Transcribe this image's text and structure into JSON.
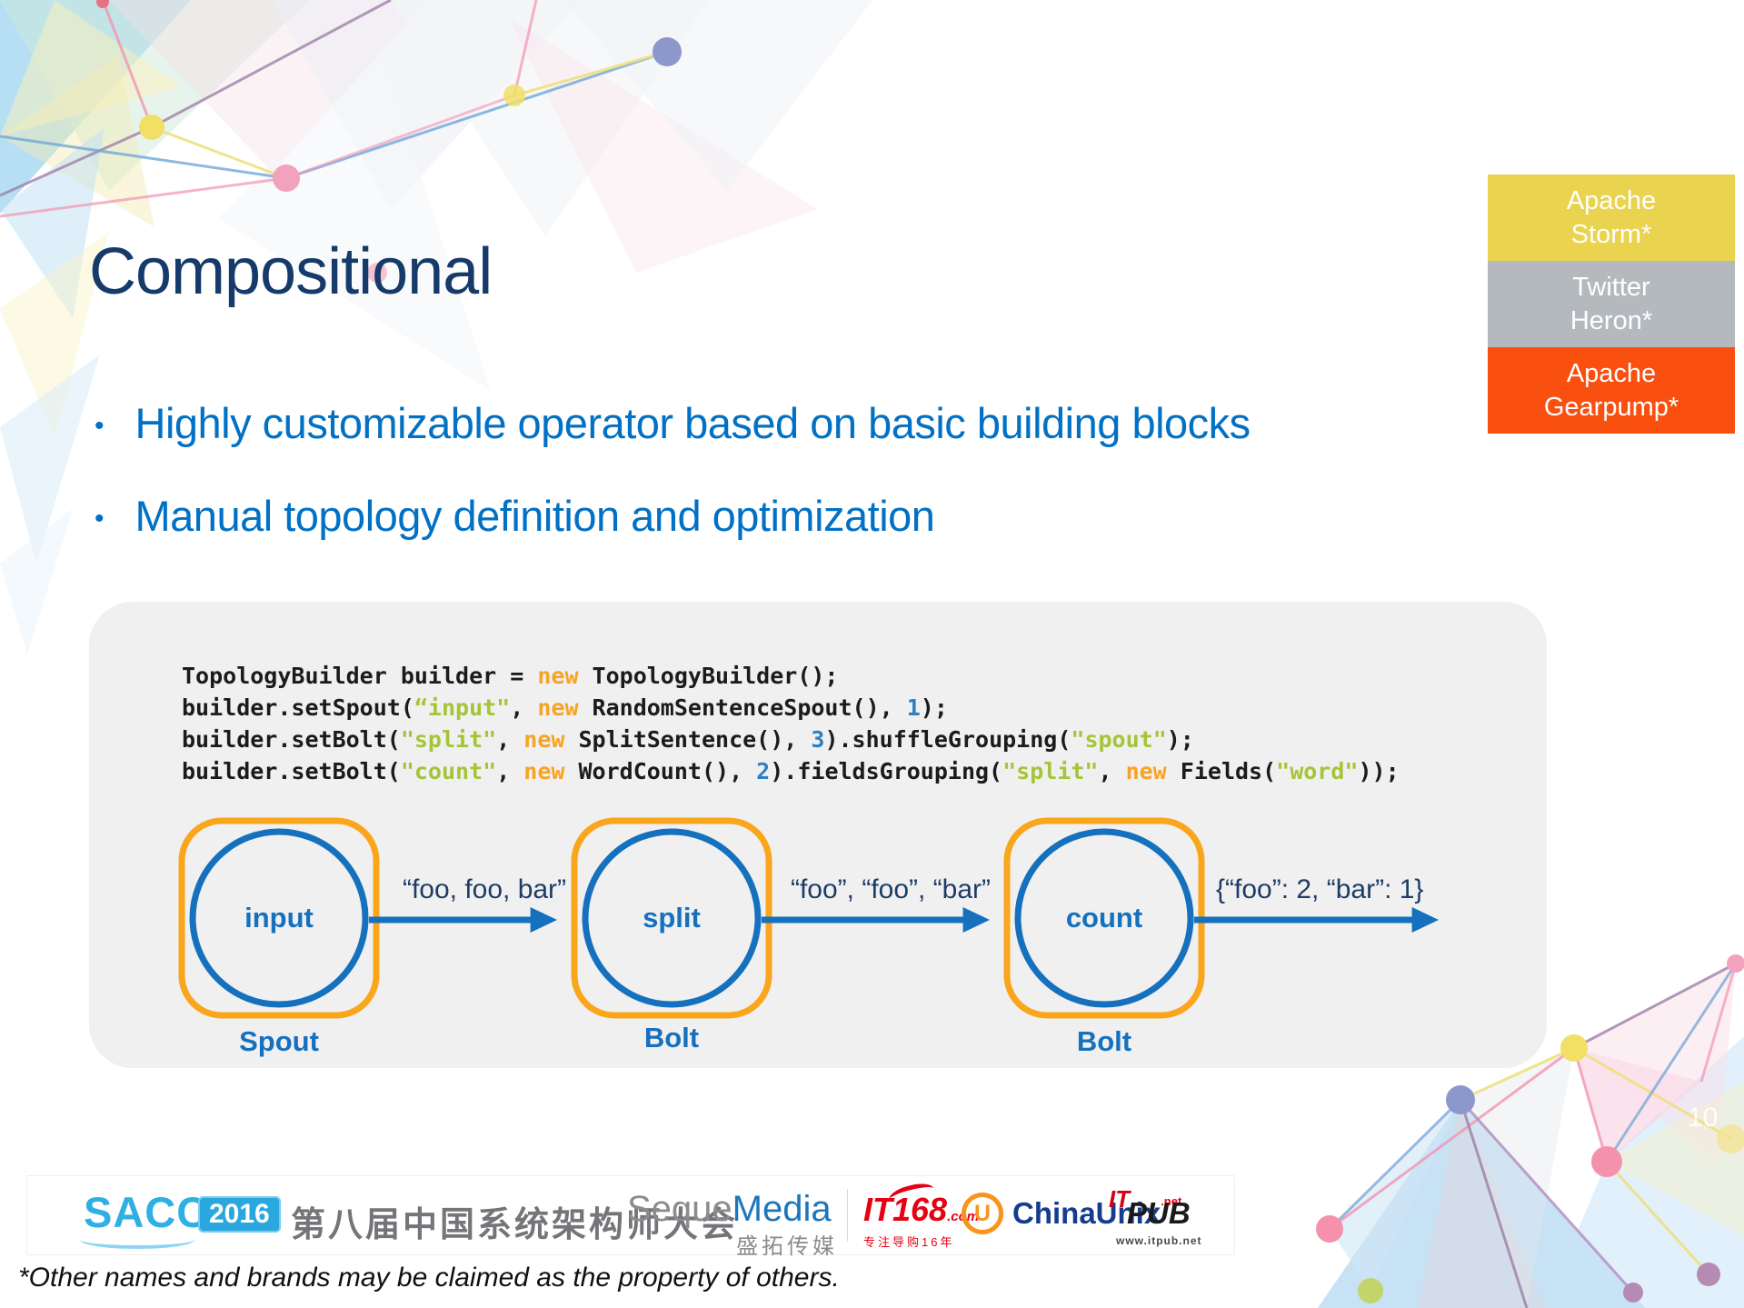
{
  "slide": {
    "title": "Compositional",
    "bullet_glyph": "•",
    "bullets": [
      {
        "text": "Highly customizable operator based on basic building blocks"
      },
      {
        "text": "Manual topology definition and optimization"
      }
    ],
    "page_number": "10",
    "footnote": "*Other names and brands may be claimed as the property of others."
  },
  "frameworks": [
    {
      "line1": "Apache",
      "line2": "Storm*",
      "color": "#EAD34F"
    },
    {
      "line1": "Twitter",
      "line2": "Heron*",
      "color": "#B4B9BE"
    },
    {
      "line1": "Apache",
      "line2": "Gearpump*",
      "color": "#F94F0F"
    }
  ],
  "code": {
    "lines": [
      [
        {
          "t": "TopologyBuilder builder = ",
          "c": "plain"
        },
        {
          "t": "new",
          "c": "kw"
        },
        {
          "t": " TopologyBuilder();",
          "c": "plain"
        }
      ],
      [
        {
          "t": "builder.setSpout(",
          "c": "plain"
        },
        {
          "t": "“input\"",
          "c": "str"
        },
        {
          "t": ", ",
          "c": "plain"
        },
        {
          "t": "new",
          "c": "kw"
        },
        {
          "t": " RandomSentenceSpout(), ",
          "c": "plain"
        },
        {
          "t": "1",
          "c": "num"
        },
        {
          "t": ");",
          "c": "plain"
        }
      ],
      [
        {
          "t": "builder.setBolt(",
          "c": "plain"
        },
        {
          "t": "\"split\"",
          "c": "str"
        },
        {
          "t": ", ",
          "c": "plain"
        },
        {
          "t": "new",
          "c": "kw"
        },
        {
          "t": " SplitSentence(), ",
          "c": "plain"
        },
        {
          "t": "3",
          "c": "num"
        },
        {
          "t": ").shuffleGrouping(",
          "c": "plain"
        },
        {
          "t": "\"spout\"",
          "c": "str"
        },
        {
          "t": ");",
          "c": "plain"
        }
      ],
      [
        {
          "t": "builder.setBolt(",
          "c": "plain"
        },
        {
          "t": "\"count\"",
          "c": "str"
        },
        {
          "t": ", ",
          "c": "plain"
        },
        {
          "t": "new",
          "c": "kw"
        },
        {
          "t": " WordCount(), ",
          "c": "plain"
        },
        {
          "t": "2",
          "c": "num"
        },
        {
          "t": ").fieldsGrouping(",
          "c": "plain"
        },
        {
          "t": "\"split\"",
          "c": "str"
        },
        {
          "t": ", ",
          "c": "plain"
        },
        {
          "t": "new",
          "c": "kw"
        },
        {
          "t": " Fields(",
          "c": "plain"
        },
        {
          "t": "\"word\"",
          "c": "str"
        },
        {
          "t": "));",
          "c": "plain"
        }
      ]
    ]
  },
  "diagram": {
    "nodes": [
      {
        "label": "input",
        "type_label": "Spout"
      },
      {
        "label": "split",
        "type_label": "Bolt"
      },
      {
        "label": "count",
        "type_label": "Bolt"
      }
    ],
    "edges": [
      {
        "label": "“foo, foo, bar”"
      },
      {
        "label": "“foo”, “foo”, “bar”"
      },
      {
        "label": "{“foo”: 2, “bar”: 1}"
      }
    ]
  },
  "footer": {
    "sacc": {
      "name": "SACC",
      "year": "2016",
      "event": "第八届中国系统架构师大会"
    },
    "sequemedia": {
      "part1": "Seque",
      "part2": "Media",
      "chinese": "盛拓传媒"
    },
    "it168": {
      "name": "IT168",
      "dotcom": ".com",
      "tagline": "专注导购16年"
    },
    "chinaunix": {
      "u": "U",
      "name": "ChinaUnix",
      "net": ".net"
    },
    "itpub": {
      "it": "IT",
      "pub": "PUB",
      "url": "www.itpub.net"
    }
  },
  "colors": {
    "title": "#163A69",
    "bullet_blue": "#0071C5",
    "storm_yellow": "#EAD34F",
    "heron_gray": "#B4B9BE",
    "gearpump_orange": "#F94F0F",
    "node_orange": "#F9A61C",
    "node_blue": "#1570BD",
    "edge_label": "#1E3C64",
    "panel_bg": "#F0F0F1",
    "code_keyword": "#F7A325",
    "code_string": "#A6C437",
    "code_number": "#2F7FC1"
  }
}
